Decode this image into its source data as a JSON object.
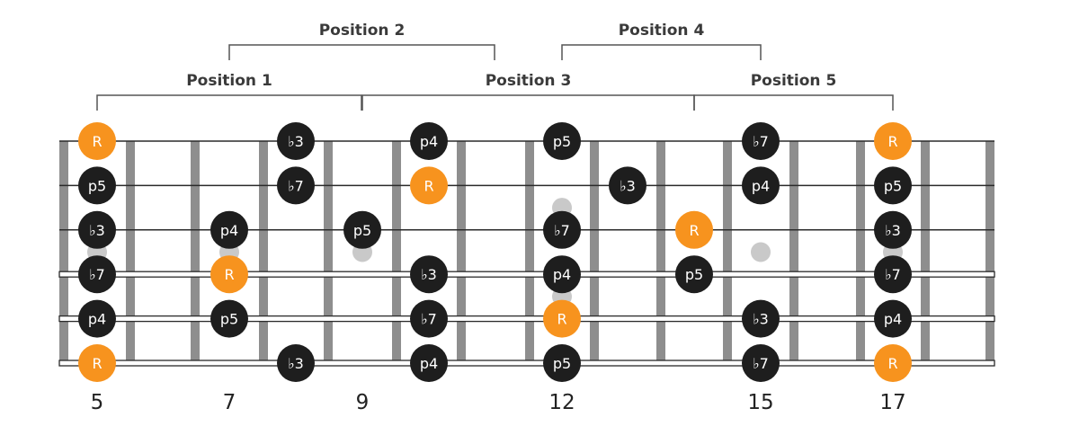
{
  "colors": {
    "fret": "#8e8e8e",
    "string": "#2a2a2a",
    "root": "#f7931e",
    "note": "#1e1e1e",
    "inlay": "#c9c9c9",
    "bracket": "#555555"
  },
  "positions": [
    {
      "label": "Position 1",
      "from_fret": 5,
      "to_fret": 8.5,
      "row": 2
    },
    {
      "label": "Position 2",
      "from_fret": 7,
      "to_fret": 10.5,
      "row": 1
    },
    {
      "label": "Position 3",
      "from_fret": 9,
      "to_fret": 13.5,
      "row": 2
    },
    {
      "label": "Position 4",
      "from_fret": 12,
      "to_fret": 15,
      "row": 1
    },
    {
      "label": "Position 5",
      "from_fret": 14,
      "to_fret": 17,
      "row": 2
    }
  ],
  "fret_numbers": [
    "5",
    "7",
    "9",
    "12",
    "15",
    "17"
  ],
  "inlays": [
    {
      "fret": 5,
      "between": [
        3,
        4
      ]
    },
    {
      "fret": 7,
      "between": [
        3,
        4
      ]
    },
    {
      "fret": 9,
      "between": [
        3,
        4
      ]
    },
    {
      "fret": 12,
      "between": [
        2,
        3
      ]
    },
    {
      "fret": 12,
      "between": [
        4,
        5
      ]
    },
    {
      "fret": 15,
      "between": [
        3,
        4
      ]
    },
    {
      "fret": 17,
      "between": [
        3,
        4
      ]
    }
  ],
  "notes": [
    {
      "string": 1,
      "fret": 5,
      "label": "R",
      "root": true
    },
    {
      "string": 1,
      "fret": 8,
      "label": "♭3",
      "root": false
    },
    {
      "string": 1,
      "fret": 10,
      "label": "p4",
      "root": false
    },
    {
      "string": 1,
      "fret": 12,
      "label": "p5",
      "root": false
    },
    {
      "string": 1,
      "fret": 15,
      "label": "♭7",
      "root": false
    },
    {
      "string": 1,
      "fret": 17,
      "label": "R",
      "root": true
    },
    {
      "string": 2,
      "fret": 5,
      "label": "p5",
      "root": false
    },
    {
      "string": 2,
      "fret": 8,
      "label": "♭7",
      "root": false
    },
    {
      "string": 2,
      "fret": 10,
      "label": "R",
      "root": true
    },
    {
      "string": 2,
      "fret": 13,
      "label": "♭3",
      "root": false
    },
    {
      "string": 2,
      "fret": 15,
      "label": "p4",
      "root": false
    },
    {
      "string": 2,
      "fret": 17,
      "label": "p5",
      "root": false
    },
    {
      "string": 3,
      "fret": 5,
      "label": "♭3",
      "root": false
    },
    {
      "string": 3,
      "fret": 7,
      "label": "p4",
      "root": false
    },
    {
      "string": 3,
      "fret": 9,
      "label": "p5",
      "root": false
    },
    {
      "string": 3,
      "fret": 12,
      "label": "♭7",
      "root": false
    },
    {
      "string": 3,
      "fret": 14,
      "label": "R",
      "root": true
    },
    {
      "string": 3,
      "fret": 17,
      "label": "♭3",
      "root": false
    },
    {
      "string": 4,
      "fret": 5,
      "label": "♭7",
      "root": false
    },
    {
      "string": 4,
      "fret": 7,
      "label": "R",
      "root": true
    },
    {
      "string": 4,
      "fret": 10,
      "label": "♭3",
      "root": false
    },
    {
      "string": 4,
      "fret": 12,
      "label": "p4",
      "root": false
    },
    {
      "string": 4,
      "fret": 14,
      "label": "p5",
      "root": false
    },
    {
      "string": 4,
      "fret": 17,
      "label": "♭7",
      "root": false
    },
    {
      "string": 5,
      "fret": 5,
      "label": "p4",
      "root": false
    },
    {
      "string": 5,
      "fret": 7,
      "label": "p5",
      "root": false
    },
    {
      "string": 5,
      "fret": 10,
      "label": "♭7",
      "root": false
    },
    {
      "string": 5,
      "fret": 12,
      "label": "R",
      "root": true
    },
    {
      "string": 5,
      "fret": 15,
      "label": "♭3",
      "root": false
    },
    {
      "string": 5,
      "fret": 17,
      "label": "p4",
      "root": false
    },
    {
      "string": 6,
      "fret": 5,
      "label": "R",
      "root": true
    },
    {
      "string": 6,
      "fret": 8,
      "label": "♭3",
      "root": false
    },
    {
      "string": 6,
      "fret": 10,
      "label": "p4",
      "root": false
    },
    {
      "string": 6,
      "fret": 12,
      "label": "p5",
      "root": false
    },
    {
      "string": 6,
      "fret": 15,
      "label": "♭7",
      "root": false
    },
    {
      "string": 6,
      "fret": 17,
      "label": "R",
      "root": true
    }
  ]
}
